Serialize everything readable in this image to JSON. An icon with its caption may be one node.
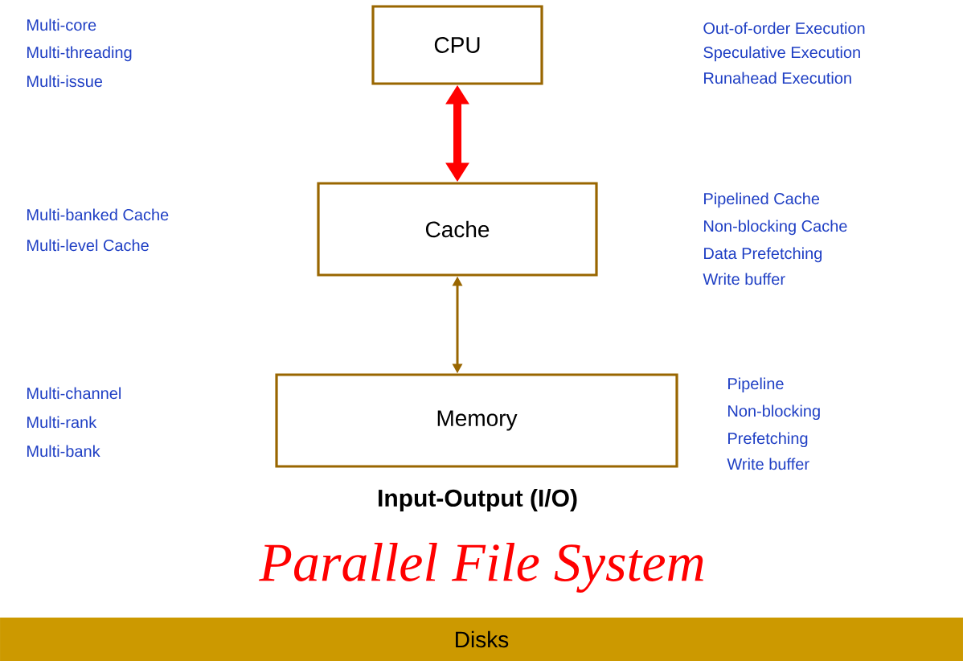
{
  "diagram": {
    "nodes": [
      {
        "text": [
          "CPU"
        ]
      },
      {
        "text": [
          "Cache"
        ]
      },
      {
        "text": [
          "Memory"
        ]
      },
      {
        "text": [
          "Disks"
        ]
      }
    ],
    "edges": [
      {
        "from": 0,
        "to": 1,
        "arrow": "both",
        "style": "thick",
        "color": "#ff0000"
      },
      {
        "from": 1,
        "to": 2,
        "arrow": "both",
        "color": "#996600"
      }
    ],
    "labels": [
      "Multi-core",
      "Multi-threading",
      "Multi-issue",
      "Out-of-order Execution",
      "Speculative Execution",
      "Runahead Execution",
      "Multi-banked Cache",
      "Multi-level Cache",
      "Pipelined Cache",
      "Non-blocking Cache",
      "Data Prefetching",
      "Write buffer",
      "Multi-channel",
      "Multi-rank",
      "Multi-bank",
      "Pipeline",
      "Non-blocking",
      "Prefetching",
      "Write buffer",
      "Input-Output (I/O)",
      "Parallel File System"
    ]
  }
}
